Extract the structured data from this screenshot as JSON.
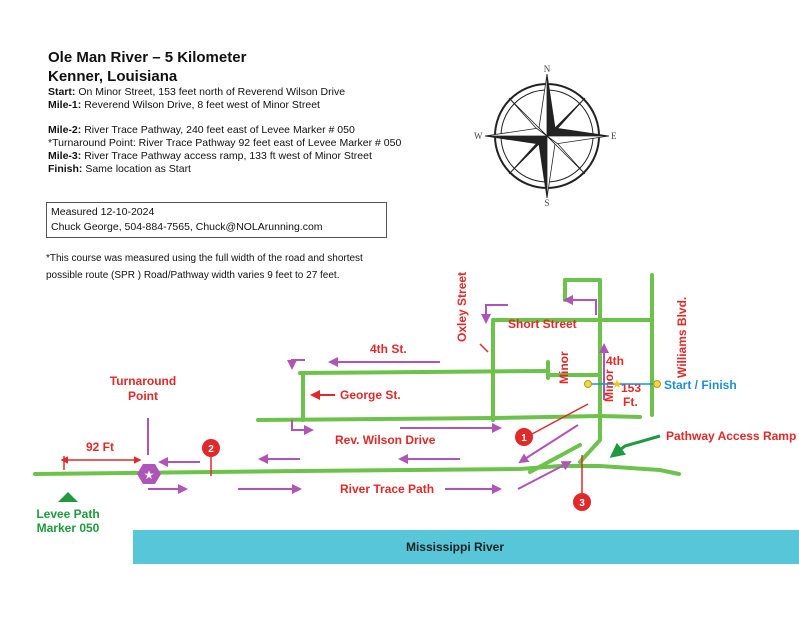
{
  "header": {
    "title_line1": "Ole Man River – 5 Kilometer",
    "title_line2": "Kenner, Louisiana",
    "start_label": "Start:",
    "start_text": "On Minor Street, 153 feet north of Reverend Wilson Drive",
    "mile1_label": "Mile-1:",
    "mile1_text": "Reverend Wilson Drive, 8 feet west of Minor Street",
    "mile2_label": "Mile-2:",
    "mile2_text": "River Trace Pathway,  240 feet east of Levee Marker # 050",
    "turnaround_text": "*Turnaround Point: River Trace Pathway  92 feet east of Levee Marker # 050",
    "mile3_label": "Mile-3:",
    "mile3_text": "River Trace  Pathway access ramp, 133 ft west of Minor Street",
    "finish_label": "Finish:",
    "finish_text": "Same location as Start"
  },
  "measure": {
    "line1": "Measured 12-10-2024",
    "line2": "Chuck George, 504-884-7565, Chuck@NOLArunning.com"
  },
  "note": {
    "line1": "*This course was measured using the full width of the road and shortest",
    "line2": "possible route (SPR ) Road/Pathway width varies 9 feet to 27 feet."
  },
  "compass": {
    "n": "N",
    "e": "E",
    "s": "S",
    "w": "W"
  },
  "map_labels": {
    "oxley": "Oxley Street",
    "short_street": "Short Street",
    "fourth_st": "4th St.",
    "fourth": "4th",
    "minor_1": "Minor",
    "minor_2": "Minor",
    "williams": "Williams Blvd.",
    "george": "George St.",
    "start_finish": "Start / Finish",
    "ft153_a": "153",
    "ft153_b": "Ft.",
    "turnaround_1": "Turnaround",
    "turnaround_2": "Point",
    "rev_wilson": "Rev. Wilson Drive",
    "pathway_ramp": "Pathway Access Ramp",
    "ft92": "92 Ft",
    "river_trace": "River Trace Path",
    "levee_1": "Levee Path",
    "levee_2": "Marker 050",
    "river": "Mississippi River"
  },
  "markers": {
    "m1": "1",
    "m2": "2",
    "m3": "3"
  },
  "colors": {
    "road": "#6cc24a",
    "route": "#b055b8",
    "label_red": "#e02a2a",
    "label_green": "#1f9a3e",
    "label_blue": "#1e8fd6",
    "river": "#56c6d8",
    "marker": "#e02a2a"
  }
}
